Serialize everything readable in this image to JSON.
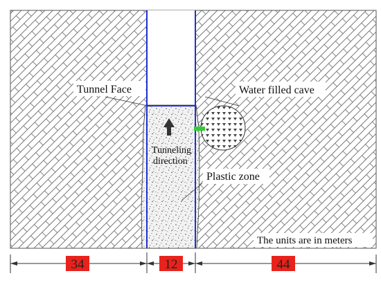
{
  "labels": {
    "tunnel_face": "Tunnel Face",
    "water_filled_cave": "Water filled cave",
    "tunneling_line1": "Tunneling",
    "tunneling_line2": "direction",
    "plastic_zone": "Plastic zone",
    "units_note": "The units are in meters"
  },
  "dimensions": {
    "left": "34",
    "middle": "12",
    "right": "44"
  },
  "colors": {
    "rock_hatch": "#6f6f6f",
    "tunnel_boundary": "#1f2fd1",
    "plastic_zone_stipple": "#e9e9e9",
    "dimension_fill": "#e8231c",
    "marker": "#33cc33",
    "arrow": "#333333"
  },
  "icons": {
    "direction": "arrow-up-icon"
  }
}
